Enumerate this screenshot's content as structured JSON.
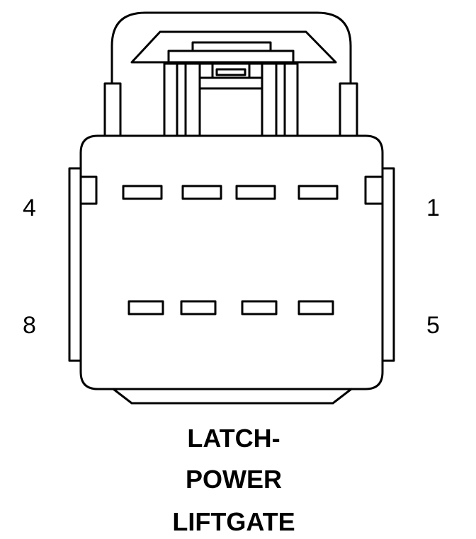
{
  "pin_labels": {
    "top_left": "4",
    "top_right": "1",
    "bottom_left": "8",
    "bottom_right": "5"
  },
  "caption": {
    "line1": "LATCH-",
    "line2": "POWER",
    "line3": "LIFTGATE"
  },
  "colors": {
    "stroke": "#000000",
    "background": "#ffffff"
  }
}
